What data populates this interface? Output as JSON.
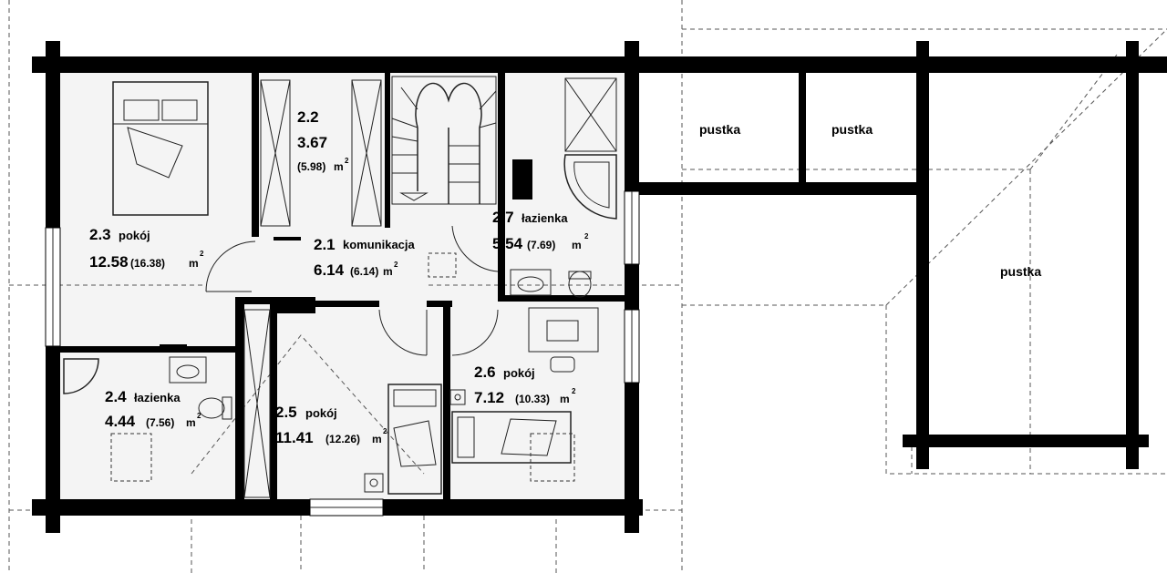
{
  "colors": {
    "wall": "#000000",
    "floor": "#f4f4f4",
    "line": "#222222"
  },
  "rooms": [
    {
      "id": "r21",
      "code": "2.1",
      "name": "komunikacja",
      "area": "6.14",
      "paren": "(6.14)",
      "unit": "m",
      "sup": "2"
    },
    {
      "id": "r22",
      "code": "2.2",
      "name": "",
      "area": "3.67",
      "paren": "(5.98)",
      "unit": "m",
      "sup": "2"
    },
    {
      "id": "r23",
      "code": "2.3",
      "name": "pokój",
      "area": "12.58",
      "paren": "(16.38)",
      "unit": "m",
      "sup": "2"
    },
    {
      "id": "r24",
      "code": "2.4",
      "name": "łazienka",
      "area": "4.44",
      "paren": "(7.56)",
      "unit": "m",
      "sup": "2"
    },
    {
      "id": "r25",
      "code": "2.5",
      "name": "pokój",
      "area": "11.41",
      "paren": "(12.26)",
      "unit": "m",
      "sup": "2"
    },
    {
      "id": "r26",
      "code": "2.6",
      "name": "pokój",
      "area": "7.12",
      "paren": "(10.33)",
      "unit": "m",
      "sup": "2"
    },
    {
      "id": "r27",
      "code": "2.7",
      "name": "łazienka",
      "area": "5.54",
      "paren": "(7.69)",
      "unit": "m",
      "sup": "2"
    }
  ],
  "voids": [
    {
      "id": "v1",
      "label": "pustka"
    },
    {
      "id": "v2",
      "label": "pustka"
    },
    {
      "id": "v3",
      "label": "pustka"
    }
  ],
  "icons": [
    "double-bed-icon",
    "single-bed-icon",
    "wardrobe-icon",
    "staircase-icon",
    "corner-bathtub-icon",
    "shower-icon",
    "toilet-icon",
    "washbasin-icon",
    "desk-icon",
    "chair-icon",
    "chimney-icon"
  ]
}
